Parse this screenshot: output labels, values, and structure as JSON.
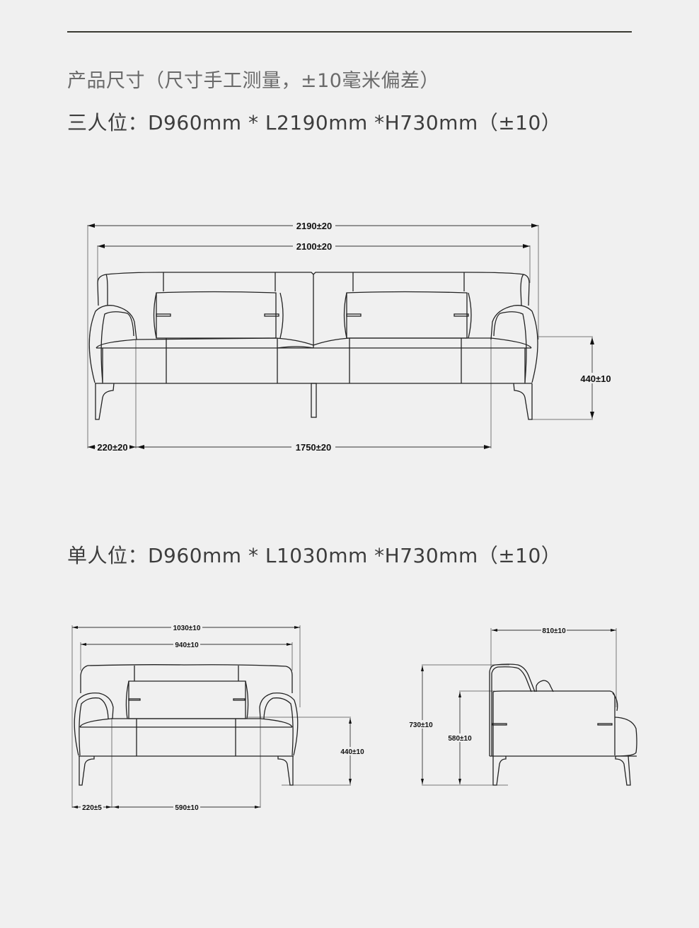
{
  "header": {
    "divider": true,
    "note": "产品尺寸（尺寸手工测量，±10毫米偏差）"
  },
  "three_seater": {
    "title": "三人位：D960mm * L2190mm *H730mm（±10）",
    "dimensions": {
      "overall_length": "2190±20",
      "inner_length": "2100±20",
      "seat_height": "440±10",
      "arm_width": "220±20",
      "seat_width": "1750±20"
    }
  },
  "single_seater": {
    "title": "单人位：D960mm * L1030mm *H730mm（±10）",
    "front_view": {
      "overall_length": "1030±10",
      "inner_length": "940±10",
      "seat_height": "440±10",
      "arm_width": "220±5",
      "seat_width": "590±10"
    },
    "side_view": {
      "depth": "810±10",
      "overall_height": "730±10",
      "arm_height": "580±10"
    }
  },
  "colors": {
    "background": "#f0f0f0",
    "line": "#222222",
    "divider": "#3a3a33"
  }
}
